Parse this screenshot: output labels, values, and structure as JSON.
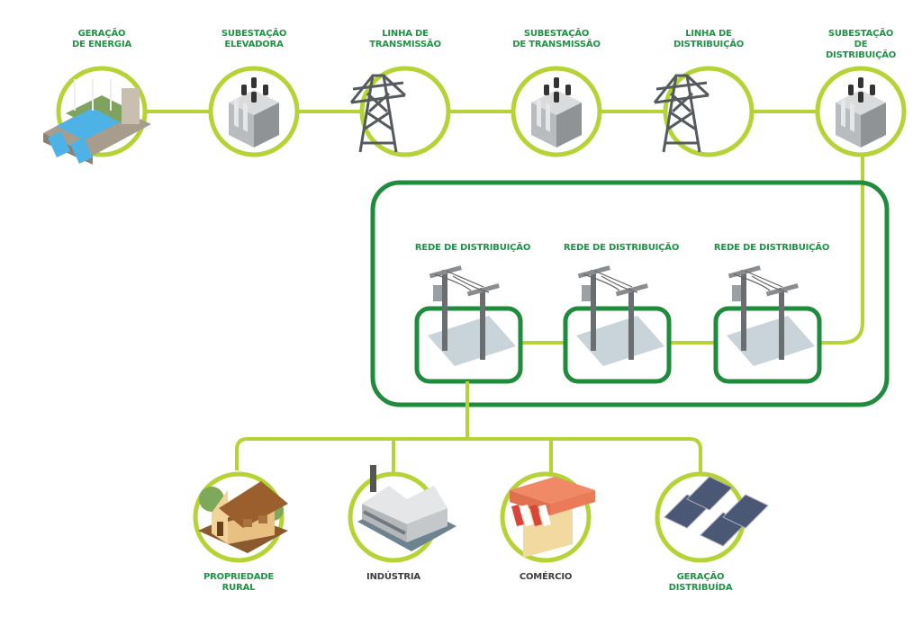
{
  "colors": {
    "lime": "#b5d334",
    "dark_green": "#1e8c3c",
    "label_green": "#1f9346",
    "label_gray": "#3d3d3d"
  },
  "top_chain": [
    {
      "id": "geracao-de-energia",
      "label": "GERAÇÃO\nDE ENERGIA",
      "icon": "hydro-dam-icon"
    },
    {
      "id": "subestacao-elevadora",
      "label": "SUBESTAÇÃO\nELEVADORA",
      "icon": "transformer-icon"
    },
    {
      "id": "linha-de-transmissao",
      "label": "LINHA DE\nTRANSMISSÃO",
      "icon": "transmission-tower-icon"
    },
    {
      "id": "subestacao-de-transmissao",
      "label": "SUBESTAÇÃO\nDE TRANSMISSÃO",
      "icon": "transformer-icon"
    },
    {
      "id": "linha-de-distribuicao",
      "label": "LINHA DE\nDISTRIBUIÇÃO",
      "icon": "transmission-tower-icon"
    },
    {
      "id": "subestacao-de-distribuicao",
      "label": "SUBESTAÇÃO\nDE DISTRIBUIÇÃO",
      "icon": "transformer-icon"
    }
  ],
  "distribution_network": [
    {
      "label": "REDE DE DISTRIBUIÇÃO",
      "icon": "utility-pole-icon"
    },
    {
      "label": "REDE DE DISTRIBUIÇÃO",
      "icon": "utility-pole-icon"
    },
    {
      "label": "REDE DE DISTRIBUIÇÃO",
      "icon": "utility-pole-icon"
    }
  ],
  "consumers": [
    {
      "id": "propriedade-rural",
      "label": "PROPRIEDADE\nRURAL",
      "icon": "farmhouse-icon",
      "color": "green"
    },
    {
      "id": "industria",
      "label": "INDÚSTRIA",
      "icon": "factory-icon",
      "color": "gray"
    },
    {
      "id": "comercio",
      "label": "COMÉRCIO",
      "icon": "shop-icon",
      "color": "gray"
    },
    {
      "id": "geracao-distribuida",
      "label": "GERAÇÃO\nDISTRIBUÍDA",
      "icon": "solar-panel-icon",
      "color": "green"
    }
  ]
}
